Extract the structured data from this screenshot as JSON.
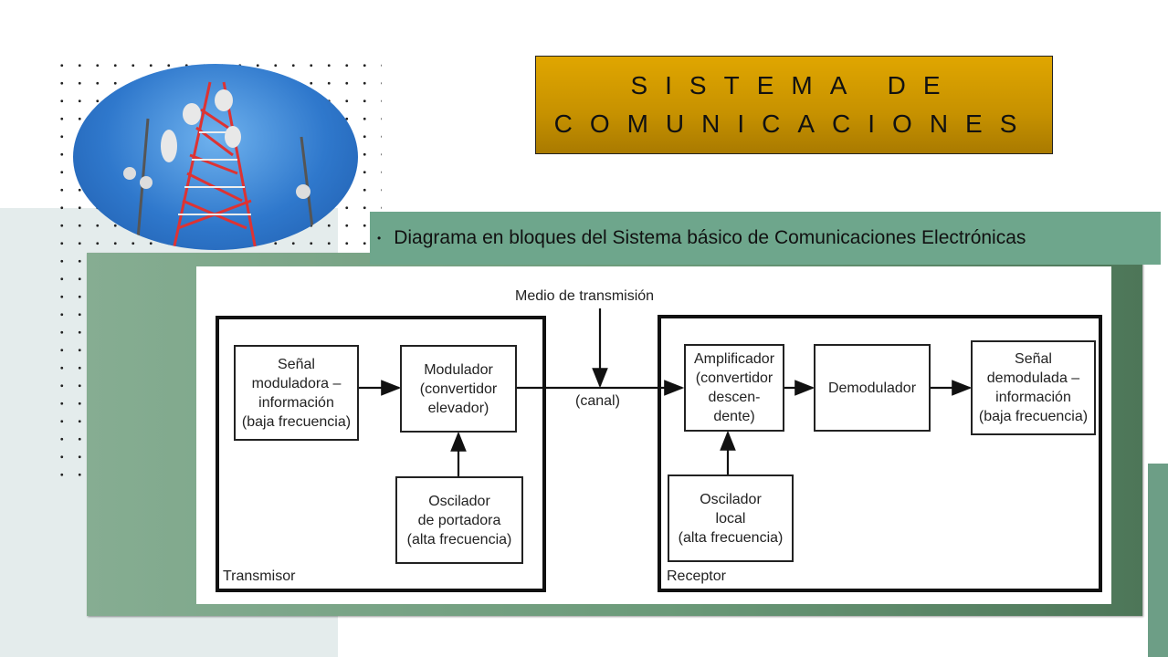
{
  "title": {
    "line1": "SISTEMA DE",
    "line2": "COMUNICACIONES"
  },
  "banner": {
    "bullet": "•",
    "text": "Diagrama en bloques del Sistema básico de Comunicaciones Electrónicas"
  },
  "diagram": {
    "medium_label": "Medio de transmisión",
    "channel_label": "(canal)",
    "transmitter": {
      "label": "Transmisor",
      "source": [
        "Señal",
        "moduladora –",
        "información",
        "(baja frecuencia)"
      ],
      "modulator": [
        "Modulador",
        "(convertidor",
        "elevador)"
      ],
      "carrier_oscillator": [
        "Oscilador",
        "de portadora",
        "(alta frecuencia)"
      ]
    },
    "receiver": {
      "label": "Receptor",
      "amplifier": [
        "Amplificador",
        "(convertidor",
        "descen-",
        "dente)"
      ],
      "demodulator": [
        "Demodulador"
      ],
      "output": [
        "Señal",
        "demodulada –",
        "información",
        "(baja frecuencia)"
      ],
      "local_oscillator": [
        "Oscilador",
        "local",
        "(alta frecuencia)"
      ]
    }
  }
}
